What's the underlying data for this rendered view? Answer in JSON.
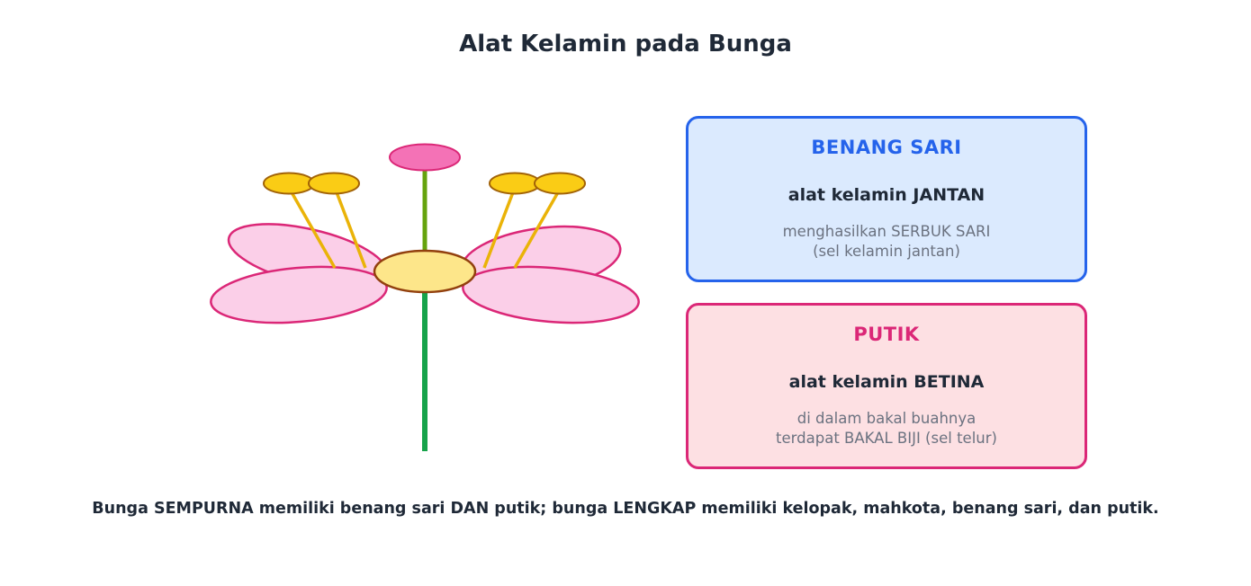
{
  "title": "Alat Kelamin pada Bunga",
  "colors": {
    "stem": "#16a34a",
    "pistil_style": "#65a30d",
    "petal_fill": "#fbcfe8",
    "petal_stroke": "#db2777",
    "stigma_fill": "#f472b6",
    "anther_fill": "#facc15",
    "anther_stroke": "#a16207",
    "filament": "#eab308",
    "receptacle_fill": "#fde68a",
    "receptacle_stroke": "#92400e"
  },
  "cards": {
    "stamen": {
      "title": "BENANG SARI",
      "subtitle": "alat kelamin JANTAN",
      "desc_line1": "menghasilkan SERBUK SARI",
      "desc_line2": "(sel kelamin jantan)"
    },
    "pistil": {
      "title": "PUTIK",
      "subtitle": "alat kelamin BETINA",
      "desc_line1": "di dalam bakal buahnya",
      "desc_line2": "terdapat BAKAL BIJI (sel telur)"
    }
  },
  "footer": "Bunga SEMPURNA memiliki benang sari DAN putik; bunga LENGKAP memiliki kelopak, mahkota, benang sari, dan putik."
}
